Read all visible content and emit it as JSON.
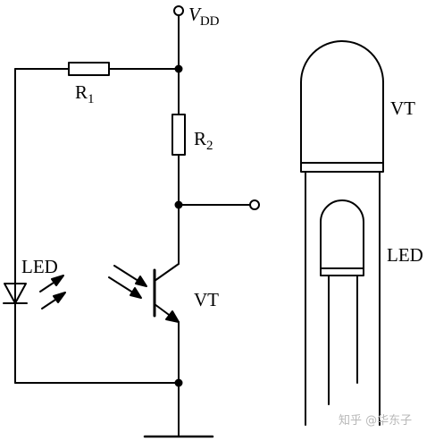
{
  "circuit": {
    "supply_main": "V",
    "supply_sub": "DD",
    "r1_main": "R",
    "r1_sub": "1",
    "r2_main": "R",
    "r2_sub": "2",
    "led_label": "LED",
    "transistor_label": "VT"
  },
  "package": {
    "vt_label": "VT",
    "led_label": "LED"
  },
  "watermark": "知乎 @华东子"
}
